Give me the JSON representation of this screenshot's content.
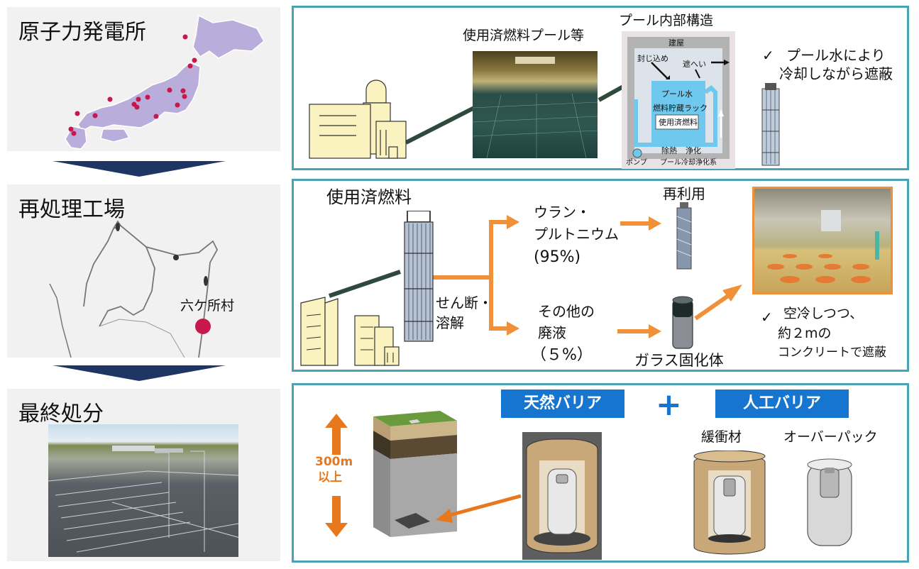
{
  "stages": {
    "npp": {
      "title": "原子力発電所"
    },
    "reproc": {
      "title": "再処理工場",
      "village": "六ケ所村"
    },
    "disposal": {
      "title": "最終処分"
    }
  },
  "panel1": {
    "pool_label": "使用済燃料プール等",
    "struct_title": "プール内部構造",
    "struct": {
      "building": "建屋",
      "seal": "封じ込め",
      "shield": "遮へい",
      "pool_water": "プール水",
      "rack": "燃料貯蔵ラック",
      "spent_fuel": "使用済燃料",
      "heat": "除熱",
      "purify": "浄化",
      "pump": "ポンプ",
      "system": "プール冷却浄化系"
    },
    "check": "✓",
    "note_line1": "プール水により",
    "note_line2": "冷却しながら遮蔽"
  },
  "panel2": {
    "spent_fuel": "使用済燃料",
    "cut_line1": "せん断・",
    "cut_line2": "溶解",
    "uranium_line1": "ウラン・",
    "uranium_line2": "プルトニウム",
    "uranium_line3": "(95%)",
    "reuse": "再利用",
    "waste_line1": "その他の",
    "waste_line2": "廃液",
    "waste_line3": "（５%）",
    "glass": "ガラス固化体",
    "check": "✓",
    "note_line1": "空冷しつつ、",
    "note_line2": "約２mの",
    "note_line3": "コンクリートで遮蔽"
  },
  "panel3": {
    "depth_line1": "300m",
    "depth_line2": "以上",
    "natural": "天然バリア",
    "plus": "+",
    "artificial": "人工バリア",
    "buffer": "緩衝材",
    "overpack": "オーバーパック"
  },
  "colors": {
    "frame": "#4aa3b5",
    "navy": "#1f3664",
    "orange": "#f0913a",
    "depth_orange": "#e8781e",
    "badge": "#1675cf",
    "map": "#b9addb",
    "plant": "#fbf3bf"
  }
}
